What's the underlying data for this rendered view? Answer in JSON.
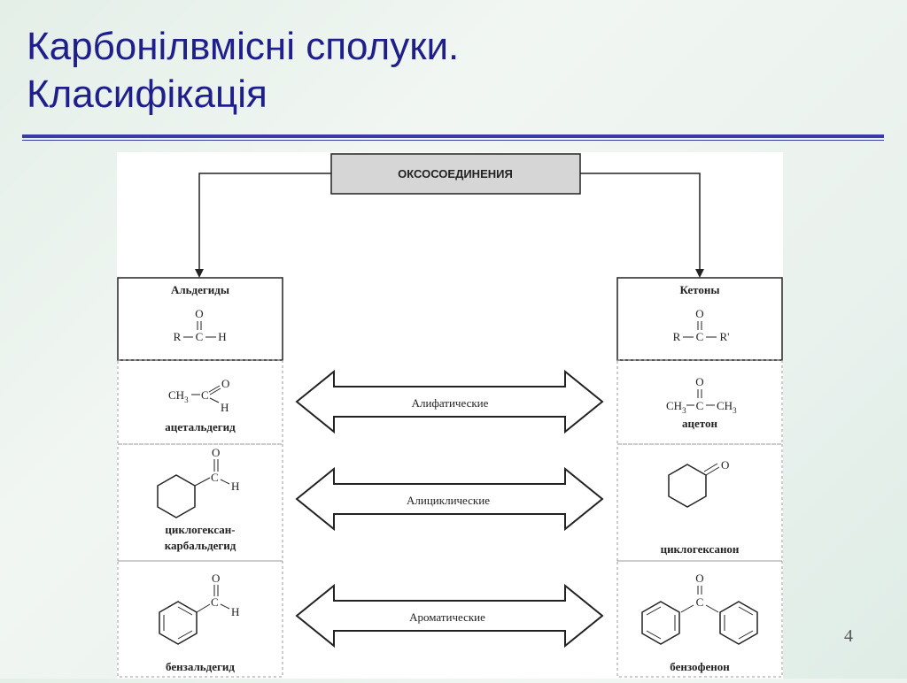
{
  "slide": {
    "title_line1": "Карбонілвмісні сполуки.",
    "title_line2": "Класифікація",
    "page_number": "4"
  },
  "diagram": {
    "root": "ОКСОСОЕДИНЕНИЯ",
    "left_header": "Альдегиды",
    "right_header": "Кетоны",
    "general_aldehyde": {
      "top": "O",
      "r": "R",
      "c": "C",
      "h": "H"
    },
    "general_ketone": {
      "top": "O",
      "r": "R",
      "c": "C",
      "r2": "R'"
    },
    "arrows": [
      "Алифатические",
      "Алициклические",
      "Ароматические"
    ],
    "aldehydes": [
      {
        "name": "ацетальдегид",
        "formula_left": "CH",
        "sub": "3",
        "c": "C",
        "o": "O",
        "h": "H"
      },
      {
        "name_line1": "циклогексан-",
        "name_line2": "карбальдегид",
        "c": "C",
        "o": "O",
        "h": "H"
      },
      {
        "name": "бензальдегид",
        "c": "C",
        "o": "O",
        "h": "H"
      }
    ],
    "ketones": [
      {
        "name": "ацетон",
        "left": "CH",
        "sub": "3",
        "c": "C",
        "right": "CH",
        "sub2": "3",
        "o": "O"
      },
      {
        "name": "циклогексанон",
        "o": "O"
      },
      {
        "name": "бензофенон",
        "c": "C",
        "o": "O"
      }
    ]
  }
}
